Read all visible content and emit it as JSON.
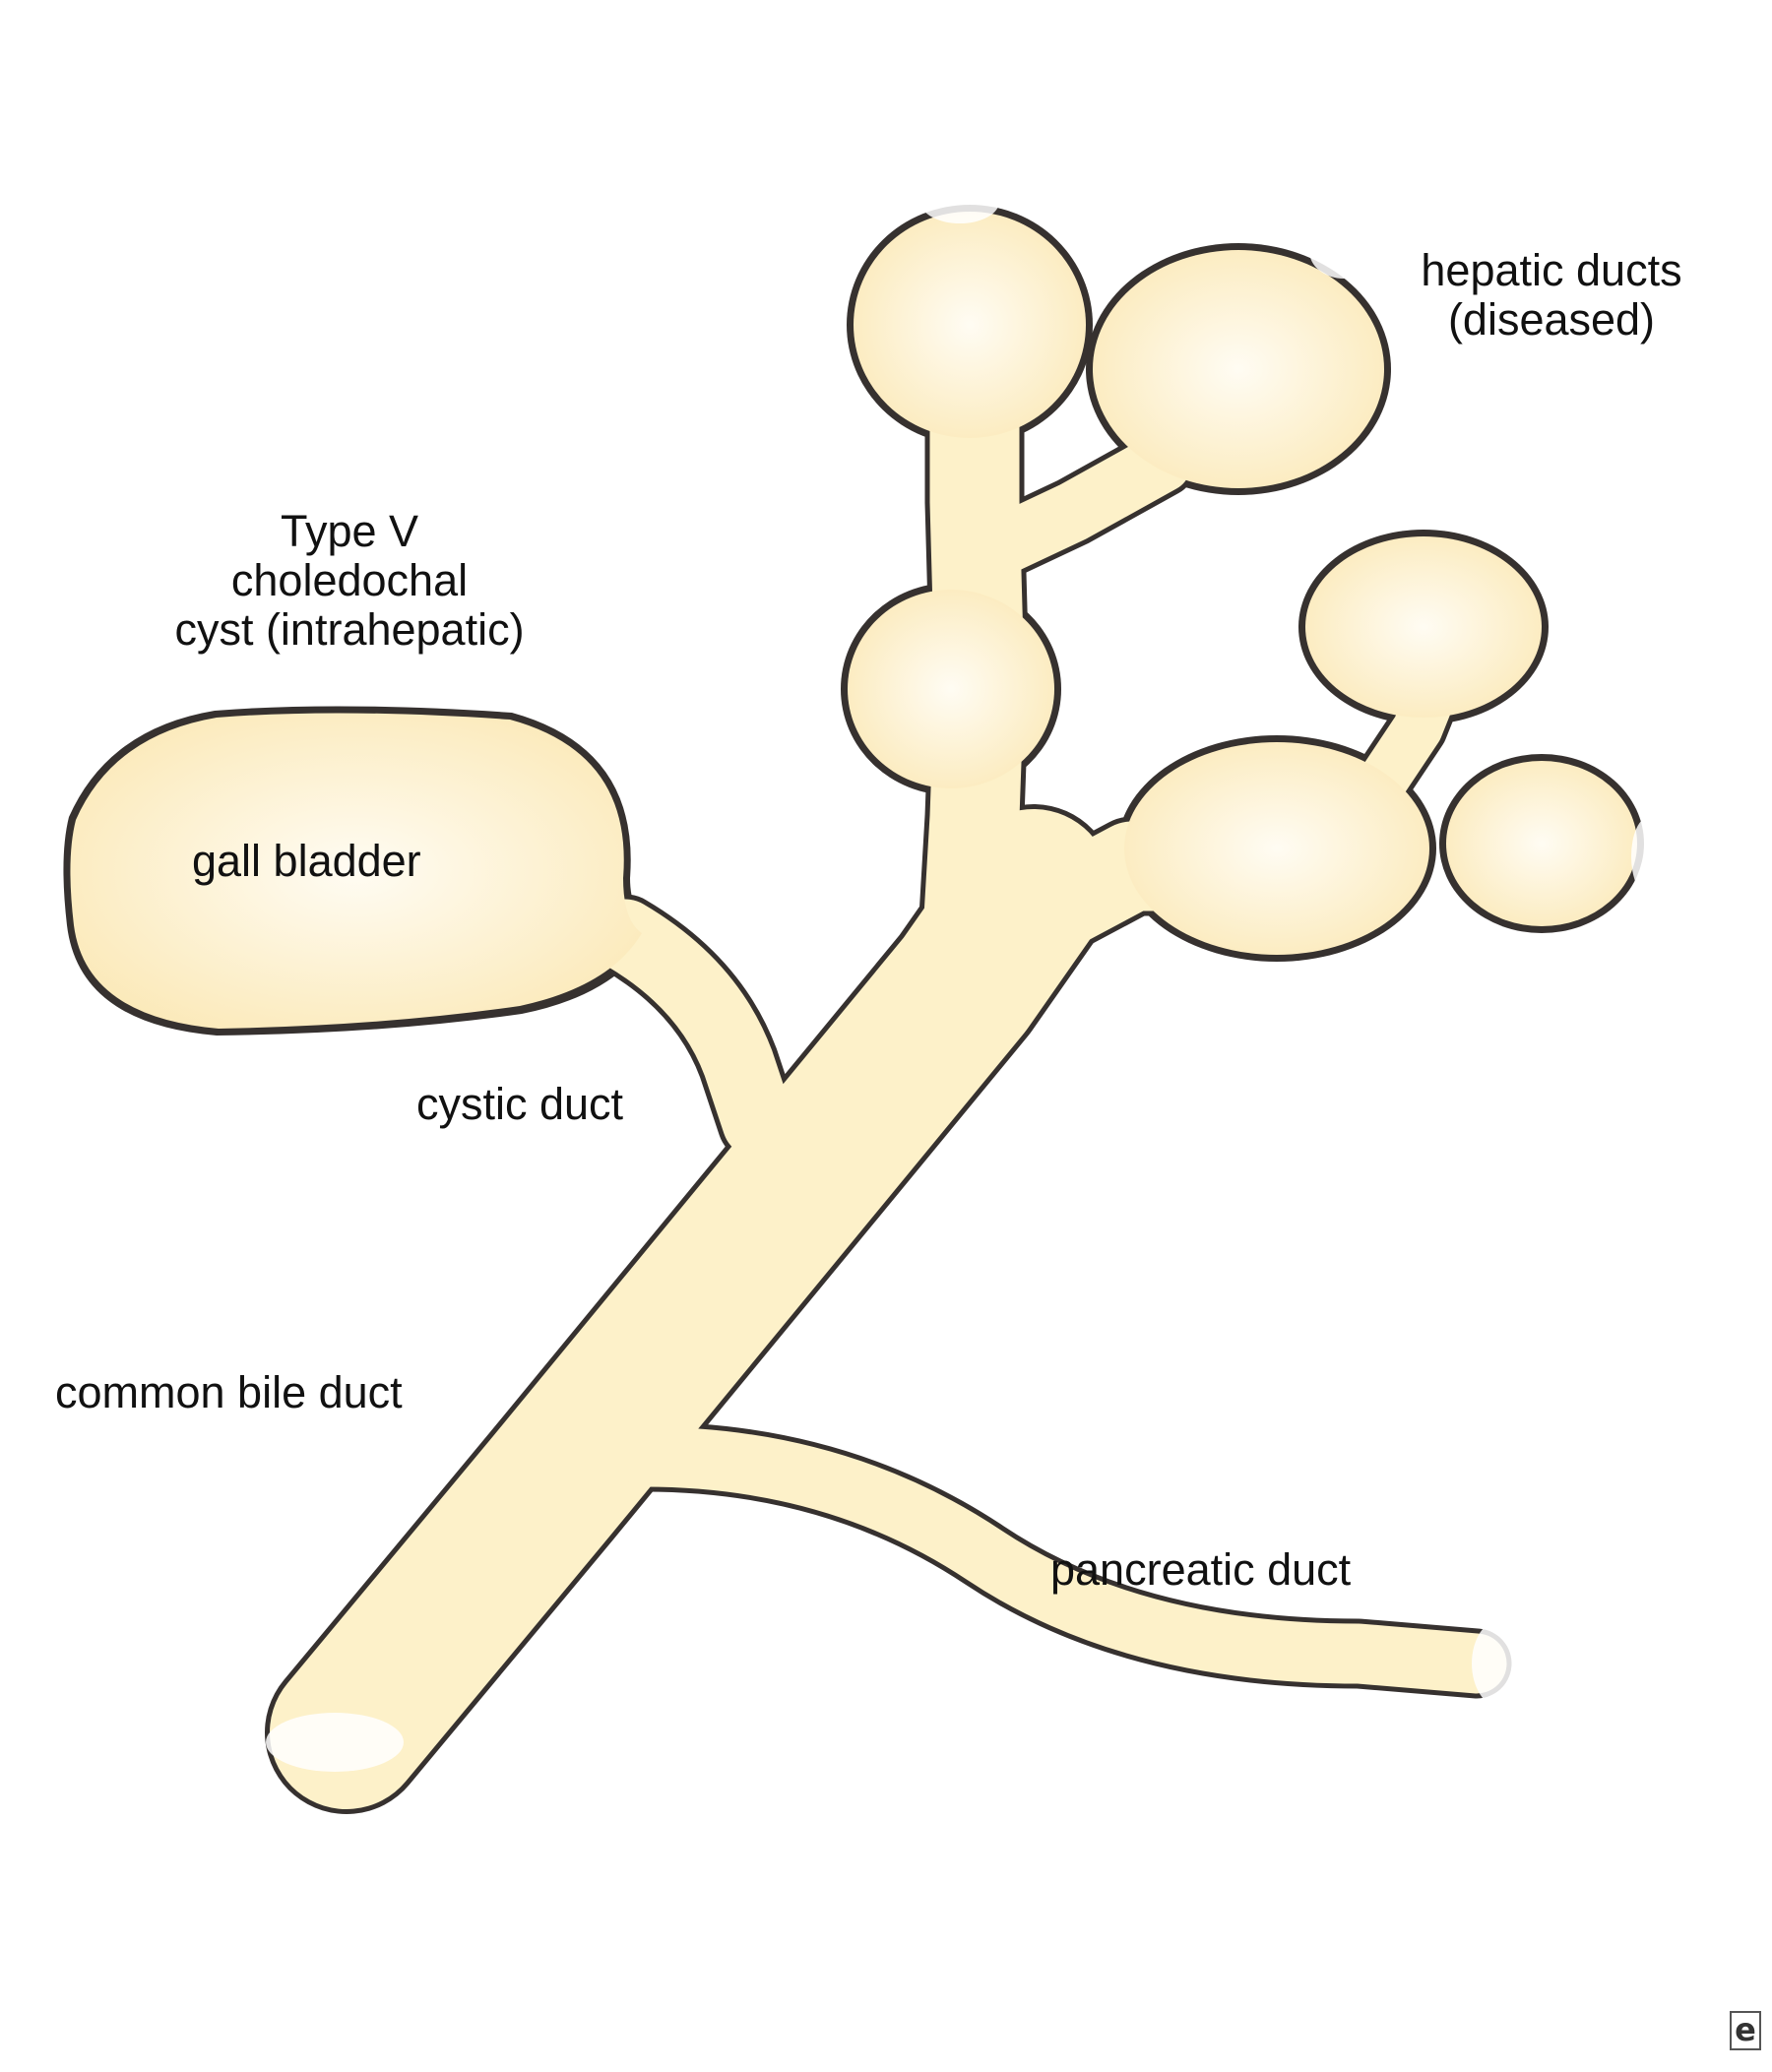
{
  "labels": {
    "hepatic_ducts_line1": "hepatic ducts",
    "hepatic_ducts_line2": "(diseased)",
    "type_line1": "Type V",
    "type_line2": "choledochal",
    "type_line3": "cyst (intrahepatic)",
    "gall_bladder": "gall bladder",
    "cystic_duct": "cystic duct",
    "common_bile_duct": "common bile duct",
    "pancreatic_duct": "pancreatic duct"
  },
  "logo": "e",
  "colors": {
    "fill": "#fdf1c9",
    "fill_light": "#fffaf0",
    "outline": "#36312f",
    "background": "#ffffff"
  }
}
